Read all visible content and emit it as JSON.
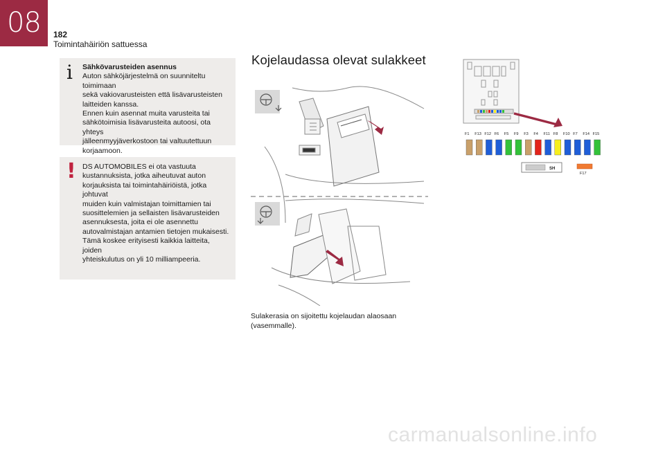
{
  "chapter": {
    "number": "08",
    "page": "182",
    "title": "Toimintahäiriön sattuessa"
  },
  "info_note": {
    "icon": "info-icon",
    "glyph": "i",
    "title": "Sähkövarusteiden asennus",
    "lines": [
      "Auton sähköjärjestelmä on suunniteltu toimimaan",
      "sekä vakiovarusteisten että lisävarusteisten",
      "laitteiden kanssa.",
      "Ennen kuin asennat muita varusteita tai",
      "sähkötoimisia lisävarusteita autoosi, ota yhteys",
      "jälleenmyyjäverkostoon tai valtuutettuun",
      "korjaamoon."
    ]
  },
  "warning_note": {
    "icon": "warning-icon",
    "glyph": "!",
    "lines": [
      "DS AUTOMOBILES ei ota vastuuta",
      "kustannuksista, jotka aiheutuvat auton",
      "korjauksista tai toimintahäiriöistä, jotka johtuvat",
      "muiden kuin valmistajan toimittamien tai",
      "suosittelemien ja sellaisten lisävarusteiden",
      "asennuksesta, joita ei ole asennettu",
      "autovalmistajan antamien tietojen mukaisesti.",
      "Tämä koskee erityisesti kaikkia laitteita, joiden",
      "yhteiskulutus on yli 10 milliampeeria."
    ]
  },
  "section": {
    "heading": "Kojelaudassa olevat sulakkeet",
    "caption_lines": [
      "Sulakerasia on sijoitettu kojelaudan alaosaan",
      "(vasemmalle)."
    ]
  },
  "fuse_diagram": {
    "fuses": [
      {
        "label": "F1",
        "color": "#c9a06a"
      },
      {
        "label": "F13",
        "color": "#c9a06a"
      },
      {
        "label": "F12",
        "color": "#1f5ed8"
      },
      {
        "label": "F6",
        "color": "#1f5ed8"
      },
      {
        "label": "F5",
        "color": "#33c23a"
      },
      {
        "label": "F9",
        "color": "#33c23a"
      },
      {
        "label": "F3",
        "color": "#c9a06a"
      },
      {
        "label": "F4",
        "color": "#e3241b"
      },
      {
        "label": "F11",
        "color": "#1f5ed8"
      },
      {
        "label": "F8",
        "color": "#f7ef1e"
      },
      {
        "label": "F10",
        "color": "#1f5ed8"
      },
      {
        "label": "F7",
        "color": "#1f5ed8"
      },
      {
        "label": "F14",
        "color": "#1f5ed8"
      },
      {
        "label": "F15",
        "color": "#33c23a"
      }
    ],
    "shunt_label": "SH",
    "extra_fuse": {
      "label": "F17",
      "color": "#f07a31"
    }
  },
  "watermark": "carmanualsonline.info",
  "colors": {
    "chapter_tab": "#9c2a43",
    "note_background": "#eeecea",
    "warning_accent": "#c0233f",
    "arrow": "#9c2a43"
  }
}
